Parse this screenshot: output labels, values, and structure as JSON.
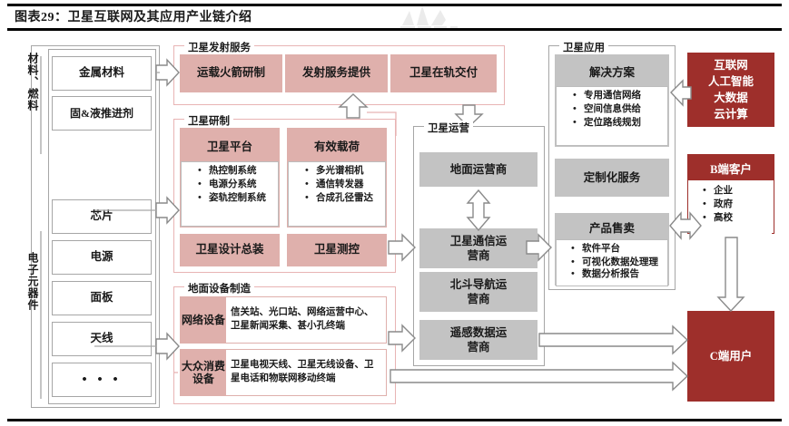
{
  "header": {
    "title": "图表29：卫星互联网及其应用产业链介绍",
    "watermark": "company-logo-watermark"
  },
  "upstream": {
    "label_materials": "材料、燃料",
    "label_components": "电子元器件",
    "materials": [
      "金属材料",
      "固&液推进剂"
    ],
    "components": [
      "芯片",
      "电源",
      "面板",
      "天线",
      "• • •"
    ]
  },
  "launch": {
    "group_label": "卫星发射服务",
    "items": [
      "运载火箭研制",
      "发射服务提供",
      "卫星在轨交付"
    ]
  },
  "manufacture": {
    "group_label": "卫星研制",
    "platform": {
      "title": "卫星平台",
      "bullets": [
        "热控制系统",
        "电源分系统",
        "姿轨控制系统"
      ]
    },
    "payload": {
      "title": "有效载荷",
      "bullets": [
        "多光谱相机",
        "通信转发器",
        "合成孔径雷达"
      ]
    },
    "bottom": [
      "卫星设计总装",
      "卫星测控"
    ]
  },
  "ground_equipment": {
    "group_label": "地面设备制造",
    "rows": [
      {
        "label": "网络设备",
        "text": "信关站、光口站、网络运营中心、卫星新闻采集、甚小孔终端"
      },
      {
        "label": "大众消费设备",
        "text": "卫星电视天线、卫星无线设备、卫星电话和物联网移动终端"
      }
    ]
  },
  "operation": {
    "group_label": "卫星运营",
    "items": [
      "地面运营商",
      "卫星通信运营商",
      "北斗导航运营商",
      "遥感数据运营商"
    ]
  },
  "application": {
    "group_label": "卫星应用",
    "solution": {
      "title": "解决方案",
      "bullets": [
        "专用通信网络",
        "空间信息供给",
        "定位路线规划"
      ]
    },
    "custom_service": "定制化服务",
    "product_sales": {
      "title": "产品售卖",
      "bullets": [
        "软件平台",
        "可视化数据处理理",
        "数据分析报告"
      ]
    }
  },
  "customers": {
    "tech": "互联网\n人工智能\n大数据\n云计算",
    "b_side": {
      "title": "B端客户",
      "bullets": [
        "企业",
        "政府",
        "高校"
      ]
    },
    "c_side": "C端用户"
  },
  "colors": {
    "pink": "#dfb0ac",
    "pink_border": "#e8b4b4",
    "grey": "#c3c3c3",
    "grey_border": "#a6a6a6",
    "dark_red": "#9e2f2b",
    "text": "#1a1a1a"
  }
}
